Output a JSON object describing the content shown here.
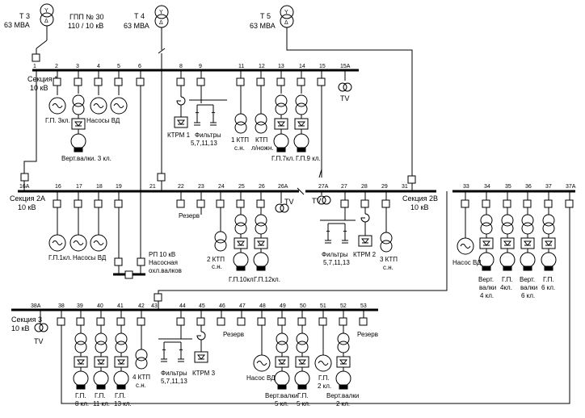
{
  "substation": {
    "name": "ГПП № 30",
    "voltage": "110 / 10 кВ"
  },
  "transformers": [
    {
      "name": "Т 3",
      "rating": "63 МВА"
    },
    {
      "name": "Т 4",
      "rating": "63 МВА"
    },
    {
      "name": "Т 5",
      "rating": "63 МВА"
    }
  ],
  "winding_symbols": {
    "star": "Y",
    "delta": "Δ"
  },
  "sections": {
    "s1": {
      "name": "Секция 1",
      "voltage": "10 кВ"
    },
    "s2a": {
      "name": "Секция 2А",
      "voltage": "10 кВ"
    },
    "s2b": {
      "name": "Секция 2В",
      "voltage": "10 кВ"
    },
    "s3": {
      "name": "Секция 3",
      "voltage": "10 кВ"
    }
  },
  "cell_numbers": {
    "s1": [
      "1",
      "2",
      "3",
      "4",
      "5",
      "6",
      "8",
      "9",
      "11",
      "12",
      "13",
      "14",
      "15",
      "15А"
    ],
    "s2a": [
      "16А",
      "16",
      "17",
      "18",
      "19",
      "21",
      "22",
      "23",
      "24",
      "25",
      "26",
      "26А"
    ],
    "s2b": [
      "27А",
      "27",
      "28",
      "29",
      "31",
      "33",
      "34",
      "35",
      "36",
      "37",
      "37А"
    ],
    "s3": [
      "38А",
      "38",
      "39",
      "40",
      "41",
      "42",
      "43",
      "44",
      "45",
      "46",
      "47",
      "48",
      "49",
      "50",
      "51",
      "52",
      "53"
    ]
  },
  "tv_label": "TV",
  "loads": {
    "s1": {
      "gp3": "Г.П. 3кл.",
      "vert3": "Верт.валки. 3 кл.",
      "nasosy": "Насосы ВД",
      "ktrm1": "КТРМ 1",
      "filters": "Фильтры",
      "filters_h": "5,7,11,13",
      "ktp1a": "1 КТП",
      "ktp1b": "с.н.",
      "ktp_la": "КТП",
      "ktp_lb": "л/ножн.",
      "gp7": "Г.П.7кл.",
      "gp9": "Г.П.9 кл."
    },
    "s2a": {
      "gp1": "Г.П.1кл.",
      "nasosy": "Насосы ВД",
      "rp_a": "РП 10 кВ",
      "rp_b": "Насосная",
      "rp_c": "охл.валков",
      "rezerv": "Резерв",
      "ktp2a": "2 КТП",
      "ktp2b": "с.н.",
      "gp10": "Г.П.10кл.",
      "gp12": "Г.П.12кл."
    },
    "s2b": {
      "filters": "Фильтры",
      "filters_h": "5,7,11,13",
      "ktrm2": "КТРМ 2",
      "ktp3a": "3 КТП",
      "ktp3b": "с.н.",
      "nasos": "Насос ВД",
      "vert4a": "Верт.",
      "vert4b": "валки",
      "vert4c": "4 кл.",
      "gp4a": "Г.П.",
      "gp4b": "4кл.",
      "vert6a": "Верт.",
      "vert6b": "валки",
      "vert6c": "6 кл.",
      "gp6a": "Г.П.",
      "gp6b": "6 кл."
    },
    "s3": {
      "gp8a": "Г.П.",
      "gp8b": "8 кл.",
      "gp11a": "Г.П.",
      "gp11b": "11 кл.",
      "gp13a": "Г.П.",
      "gp13b": "13 кл.",
      "ktp4a": "4 КТП",
      "ktp4b": "с.н.",
      "filters": "Фильтры",
      "filters_h": "5,7,11,13",
      "ktrm3": "КТРМ 3",
      "rezerv": "Резерв",
      "nasos": "Насос ВД",
      "vert5a": "Верт.валки",
      "vert5b": "5 кл.",
      "gp5a": "Г.П.",
      "gp5b": "5 кл.",
      "gp2a": "Г.П.",
      "gp2b": "2 кл.",
      "vert2a": "Верт.валки",
      "vert2b": "2 кл.",
      "rezerv2": "Резерв"
    }
  }
}
